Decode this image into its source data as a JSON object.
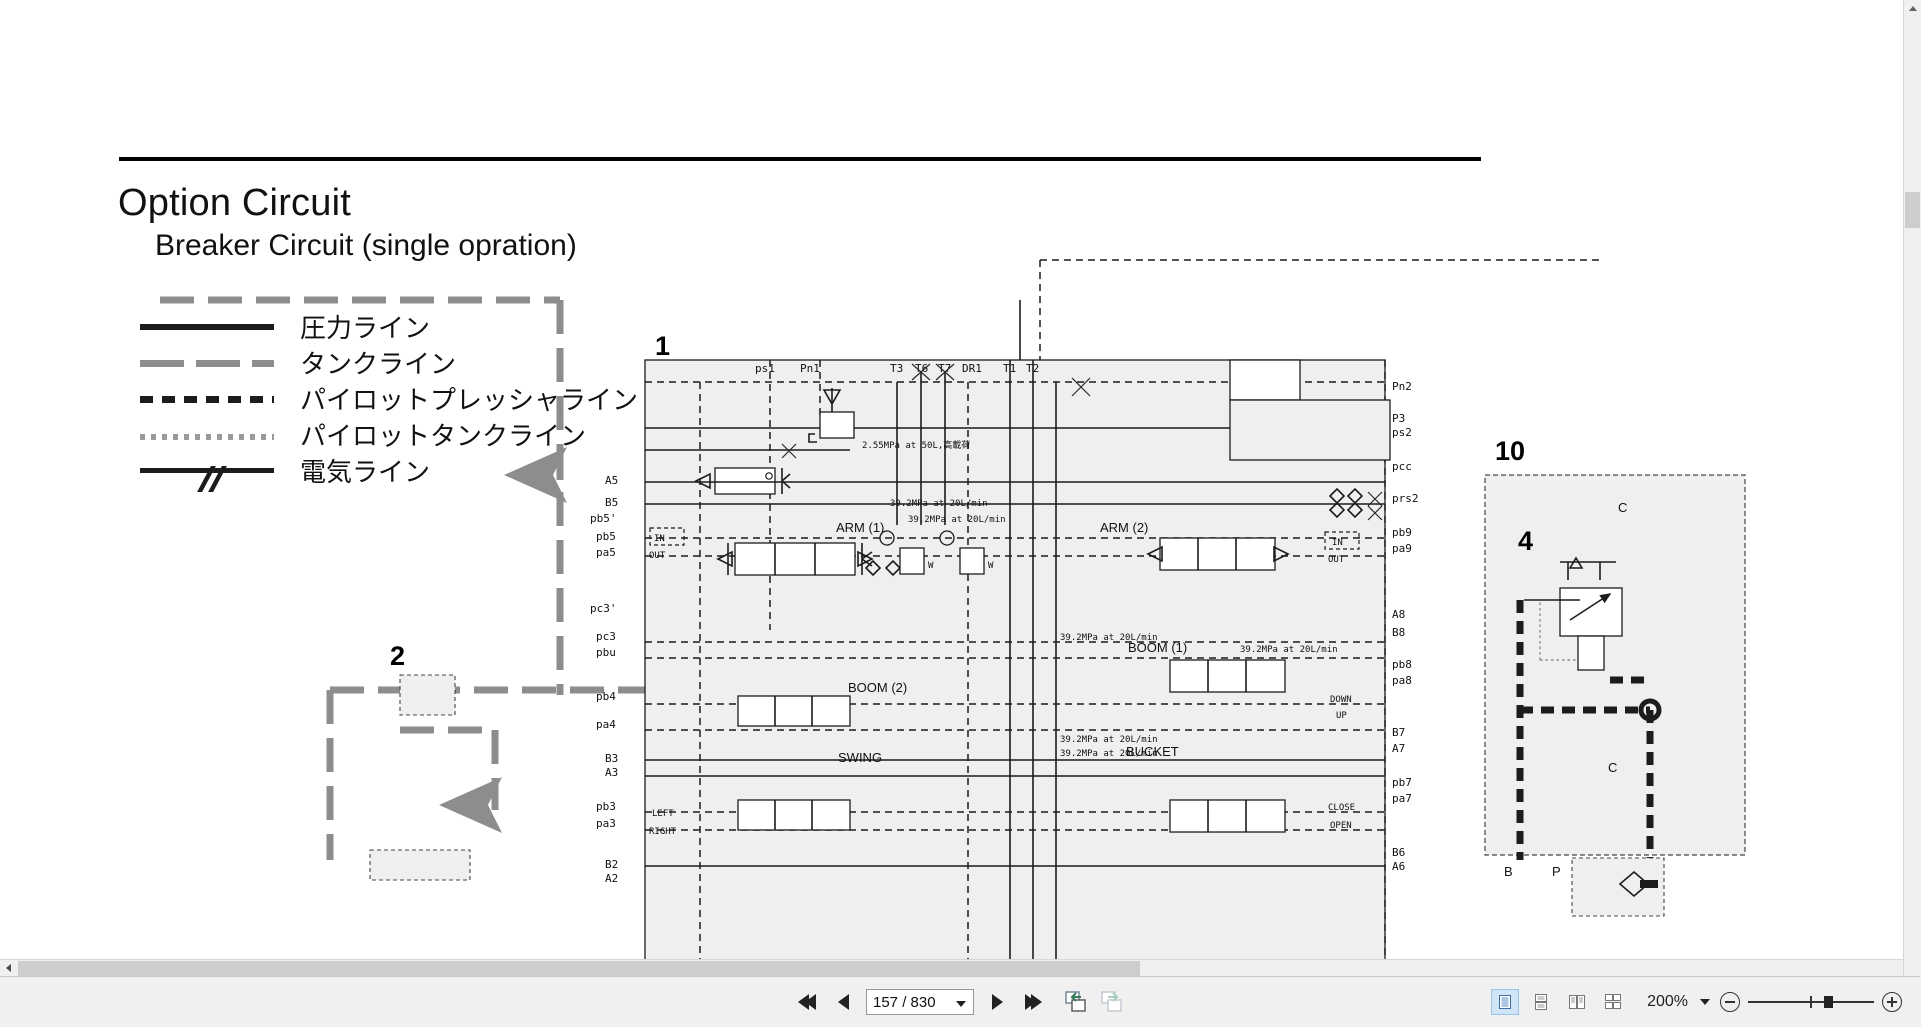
{
  "document": {
    "title": "Option Circuit",
    "subtitle": "Breaker Circuit (single opration)",
    "legend": [
      {
        "style": "solid-black",
        "label": "圧力ライン"
      },
      {
        "style": "dash-gray",
        "label": "タンクライン"
      },
      {
        "style": "dash-black",
        "label": "パイロットプレッシャライン"
      },
      {
        "style": "dotted-gray",
        "label": "パイロットタンクライン"
      },
      {
        "style": "electric",
        "label": "電気ライン"
      }
    ]
  },
  "schematic": {
    "callouts": [
      "1",
      "2",
      "10",
      "4"
    ],
    "top_ports": [
      "ps1",
      "Pn1",
      "T3",
      "T6",
      "T7",
      "DR1",
      "T1",
      "T2"
    ],
    "left_ports": [
      "A5",
      "B5",
      "pb5'",
      "pb5",
      "pa5",
      "pc3'",
      "pc3",
      "pbu",
      "pb4",
      "pa4",
      "B3",
      "A3",
      "pb3",
      "pa3",
      "B2",
      "A2"
    ],
    "right_ports": [
      "Pn2",
      "P3",
      "ps2",
      "pcc",
      "prs2",
      "pb9",
      "pa9",
      "A8",
      "B8",
      "pb8",
      "pa8",
      "B7",
      "A7",
      "pb7",
      "pa7",
      "B6",
      "A6"
    ],
    "sections": [
      "ARM (1)",
      "ARM (2)",
      "BOOM (1)",
      "BOOM (2)",
      "SWING",
      "BUCKET"
    ],
    "annotations": [
      "2.55MPa at 50L,高載荷",
      "39.2MPa at 20L/min",
      "39.2MPa at 20L/min",
      "39.2MPa at 20L/min",
      "39.2MPa at 20L/min",
      "39.2MPa at 20L/min",
      "39.2MPa at 20L/min"
    ],
    "inline_labels": [
      "IN",
      "OUT",
      "IN",
      "OUT",
      "LEFT",
      "RIGHT",
      "DOWN",
      "UP",
      "CLOSE",
      "OPEN",
      "B",
      "P",
      "C"
    ]
  },
  "toolbar": {
    "first_page_label": "First page",
    "prev_page_label": "Previous page",
    "page_value": "157 / 830",
    "next_page_label": "Next page",
    "last_page_label": "Last page",
    "history_back_label": "Previous view",
    "history_forward_label": "Next view",
    "view_modes": [
      "Single page",
      "Continuous",
      "Two page",
      "Two page continuous"
    ],
    "active_view_mode": "Single page",
    "zoom_value": "200%",
    "zoom_out_label": "Zoom out",
    "zoom_in_label": "Zoom in"
  },
  "colors": {
    "accent": "#cfe4f7",
    "pressure_line": "#1c1c1c",
    "tank_line": "#8d8d8d",
    "panel_fill": "#eeeeee",
    "chrome": "#f0f0f0"
  }
}
